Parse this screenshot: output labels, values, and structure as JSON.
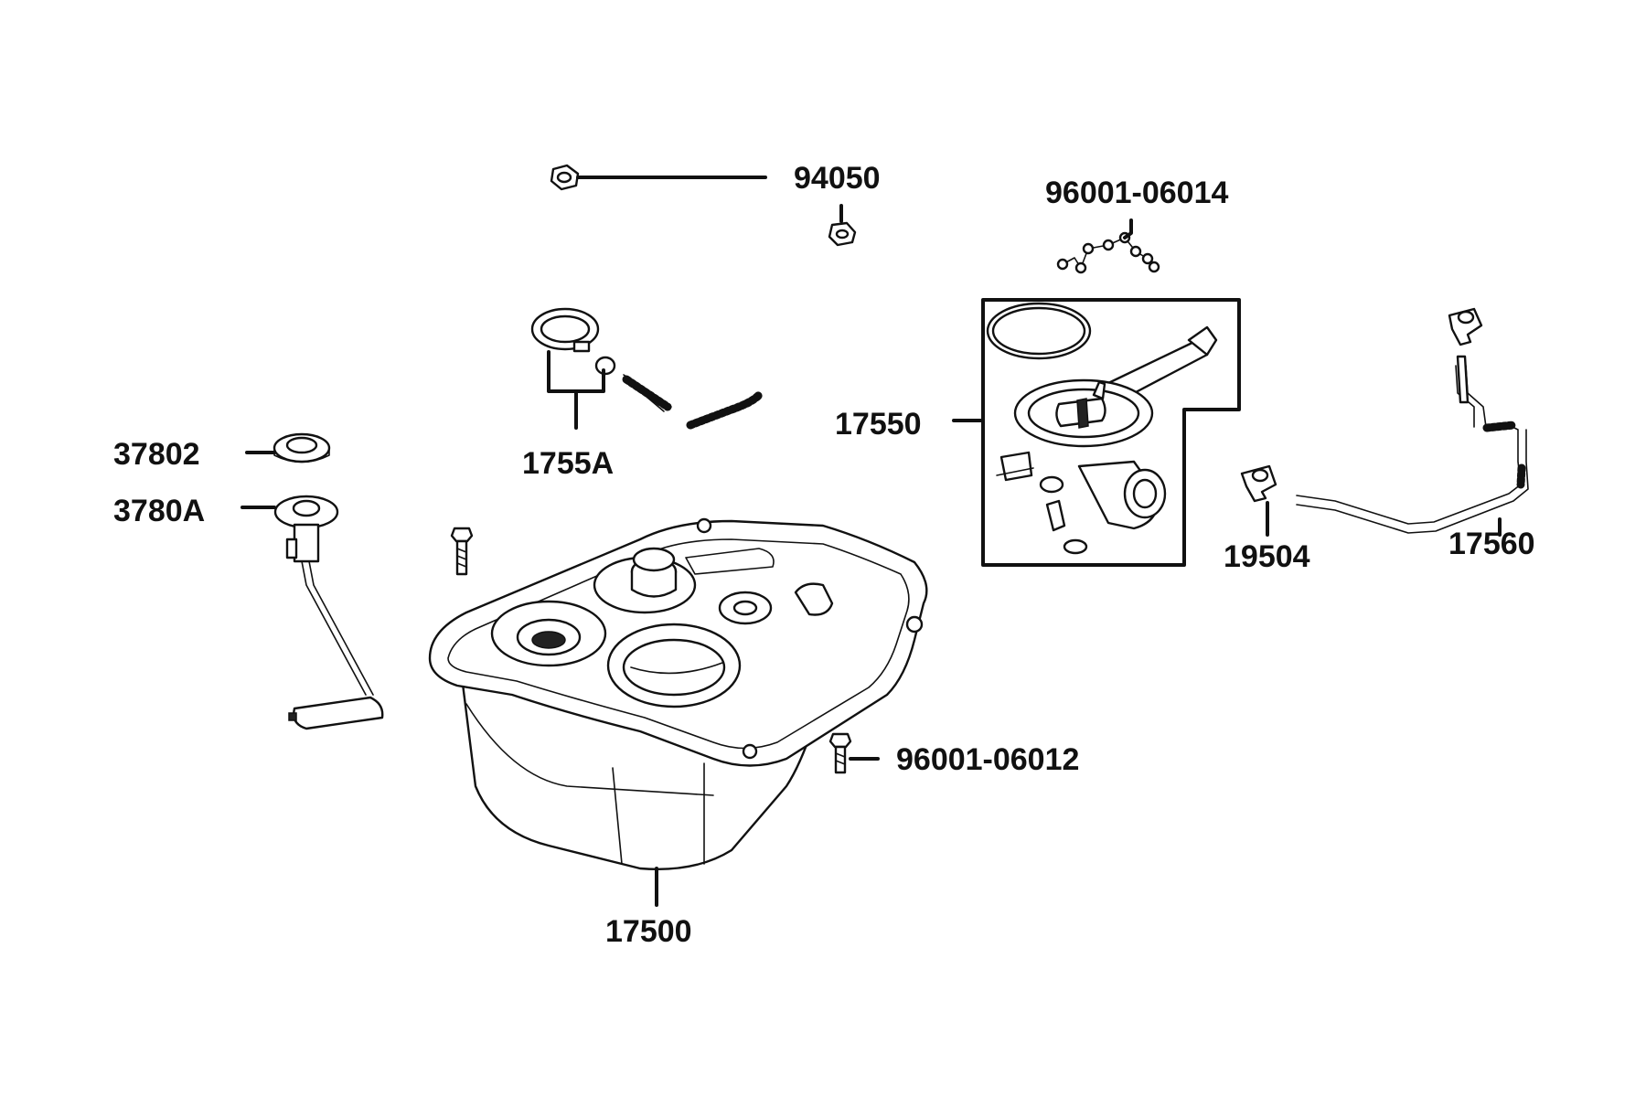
{
  "diagram": {
    "callouts": [
      {
        "id": "lbl-94050",
        "text": "94050"
      },
      {
        "id": "lbl-96001-06014",
        "text": "96001-06014"
      },
      {
        "id": "lbl-1755A",
        "text": "1755A"
      },
      {
        "id": "lbl-17550",
        "text": "17550"
      },
      {
        "id": "lbl-37802",
        "text": "37802"
      },
      {
        "id": "lbl-3780A",
        "text": "3780A"
      },
      {
        "id": "lbl-19504",
        "text": "19504"
      },
      {
        "id": "lbl-17560",
        "text": "17560"
      },
      {
        "id": "lbl-96001-06012",
        "text": "96001-06012"
      },
      {
        "id": "lbl-17500",
        "text": "17500"
      }
    ],
    "colors": {
      "ink": "#111111",
      "paper": "#ffffff",
      "shade": "#bdbdbd"
    }
  }
}
